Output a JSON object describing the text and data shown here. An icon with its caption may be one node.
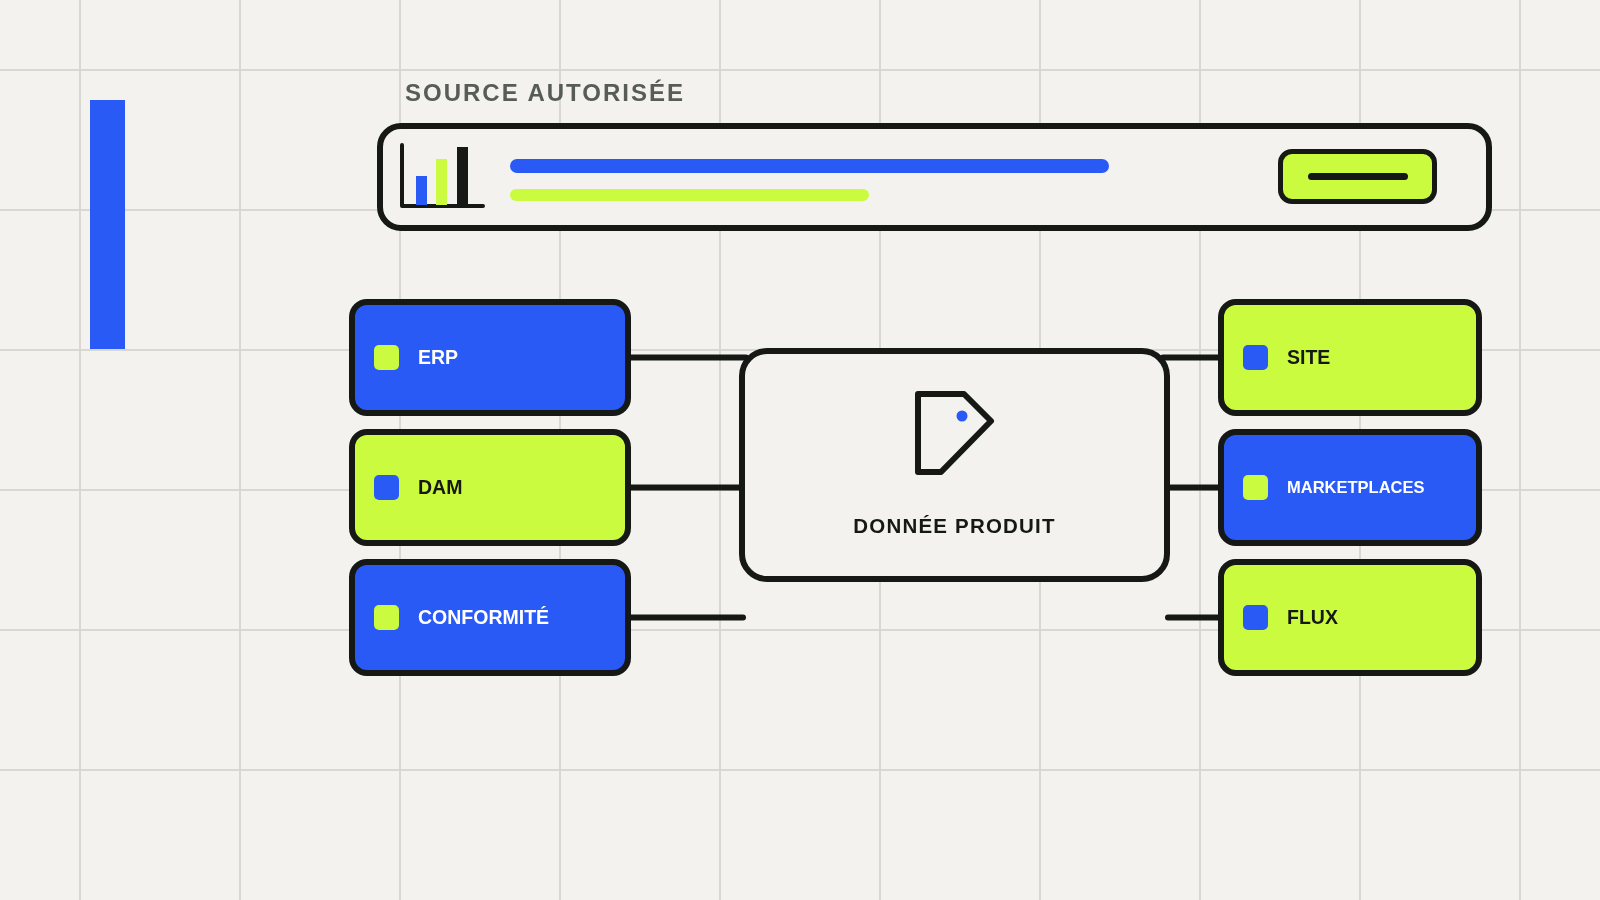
{
  "diagram": {
    "nodes": [
      {
        "text": [
          "SOURCE AUTORISÉE"
        ]
      },
      {
        "text": [
          "ERP"
        ]
      },
      {
        "text": [
          "DAM"
        ]
      },
      {
        "text": [
          "CONFORMITÉ"
        ]
      },
      {
        "text": [
          "DONNÉE PRODUIT"
        ]
      },
      {
        "text": [
          "SITE"
        ]
      },
      {
        "text": [
          "MARKETPLACES"
        ]
      },
      {
        "text": [
          "FLUX"
        ]
      }
    ],
    "edges": [
      {
        "from": 1,
        "to": 4,
        "arrow": "none"
      },
      {
        "from": 2,
        "to": 4,
        "arrow": "none"
      },
      {
        "from": 3,
        "to": null,
        "arrow": "none"
      },
      {
        "from": 4,
        "to": 5,
        "arrow": "none"
      },
      {
        "from": 4,
        "to": 6,
        "arrow": "none"
      },
      {
        "from": null,
        "to": 7,
        "arrow": "none"
      }
    ]
  }
}
